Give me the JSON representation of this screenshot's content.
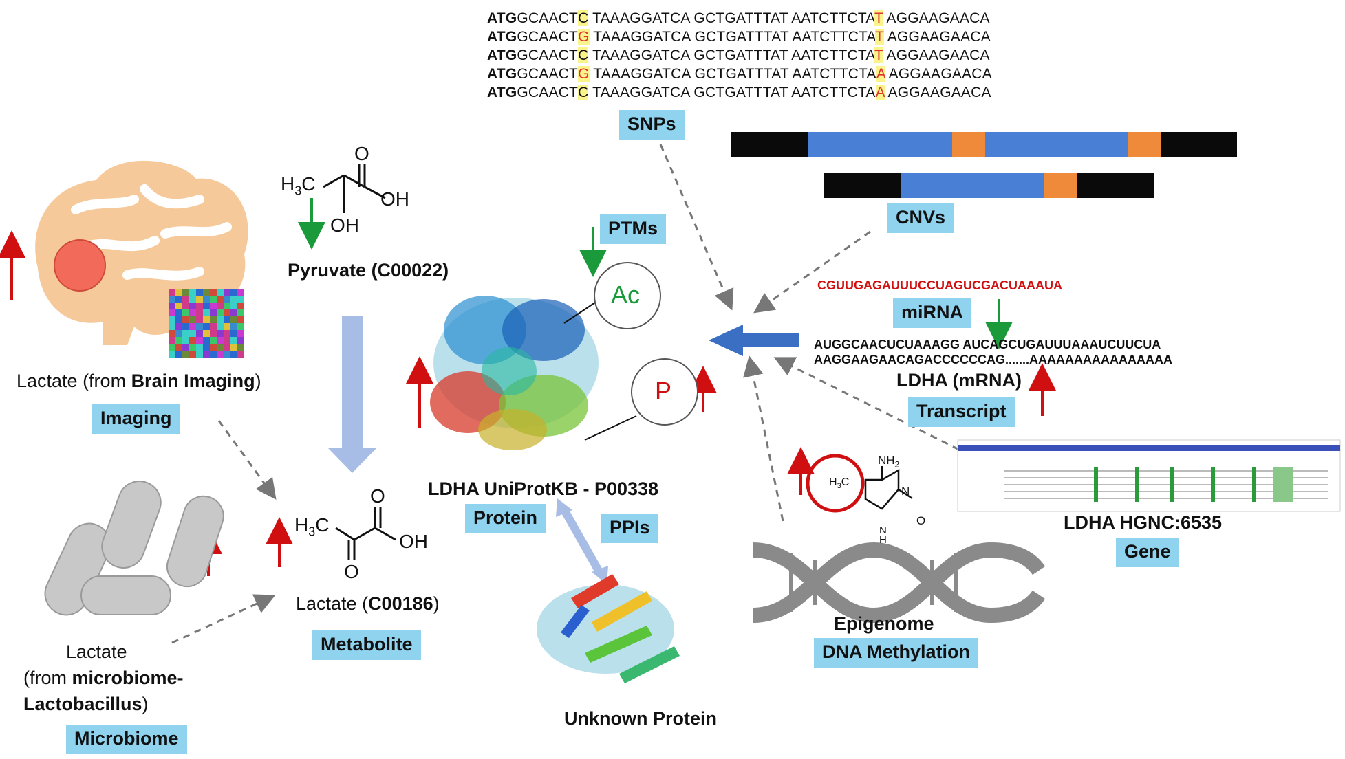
{
  "snp_sequences": [
    {
      "prefix": "ATG",
      "pre": "GCAACT",
      "v1": "C",
      "mid": " TAAAGGATCA GCTGATTTAT AATCTTCTA",
      "v2": "T",
      "post": " AGGAAGAACA",
      "v1_red": false
    },
    {
      "prefix": "ATG",
      "pre": "GCAACT",
      "v1": "G",
      "mid": " TAAAGGATCA GCTGATTTAT AATCTTCTA",
      "v2": "T",
      "post": " AGGAAGAACA",
      "v1_red": true
    },
    {
      "prefix": "ATG",
      "pre": "GCAACT",
      "v1": "C",
      "mid": " TAAAGGATCA GCTGATTTAT AATCTTCTA",
      "v2": "T",
      "post": " AGGAAGAACA",
      "v1_red": false
    },
    {
      "prefix": "ATG",
      "pre": "GCAACT",
      "v1": "G",
      "mid": " TAAAGGATCA GCTGATTTAT AATCTTCTA",
      "v2": "A",
      "post": " AGGAAGAACA",
      "v1_red": true
    },
    {
      "prefix": "ATG",
      "pre": "GCAACT",
      "v1": "C",
      "mid": " TAAAGGATCA GCTGATTTAT AATCTTCTA",
      "v2": "A",
      "post": " AGGAAGAACA",
      "v1_red": false
    }
  ],
  "tags": {
    "snps": "SNPs",
    "cnvs": "CNVs",
    "ptms": "PTMs",
    "mirna": "miRNA",
    "transcript": "Transcript",
    "imaging": "Imaging",
    "protein": "Protein",
    "ppis": "PPIs",
    "gene": "Gene",
    "metabolite": "Metabolite",
    "dna_methylation": "DNA Methylation",
    "microbiome": "Microbiome"
  },
  "labels": {
    "pyruvate": "Pyruvate (C00022)",
    "lactate_brain_pre": "Lactate (from ",
    "lactate_brain_bold": "Brain Imaging",
    "lactate_brain_post": ")",
    "ldha_protein": "LDHA UniProtKB - P00338",
    "ldha_mrna": "LDHA (mRNA)",
    "ldha_gene": "LDHA HGNC:6535",
    "lactate_metabolite_pre": "Lactate (",
    "lactate_metabolite_bold": "C00186",
    "lactate_metabolite_post": ")",
    "lactate_micro_line1": "Lactate",
    "lactate_micro_line2_pre": "(from ",
    "lactate_micro_line2_bold": "microbiome-",
    "lactate_micro_line3_bold": "Lactobacillus",
    "lactate_micro_line3_post": ")",
    "unknown_protein": "Unknown Protein",
    "epigenome": "Epigenome"
  },
  "mirna_seq": "CGUUGAGAUUUCCUAGUCGACUAAAUA",
  "mrna_seq_line1": "AUGGCAACUCUAAAGG AUCAGCUGAUUUAAAUCUUCUA",
  "mrna_seq_line2": "AAGGAAGAACAGACCCCCCAG.......AAAAAAAAAAAAAAAA",
  "ptm_ac": "Ac",
  "ptm_p": "P",
  "chem": {
    "h3c": "H3C",
    "oh": "OH",
    "o": "O",
    "nh2": "NH2"
  },
  "colors": {
    "tag_bg": "#8fd3ef",
    "up_arrow": "#d01010",
    "down_arrow": "#1a9a3a",
    "flow_arrow": "#3a6fc4",
    "cnv_blue": "#4a7fd6",
    "cnv_orange": "#ef8a3a",
    "cnv_black": "#0a0a0a"
  }
}
